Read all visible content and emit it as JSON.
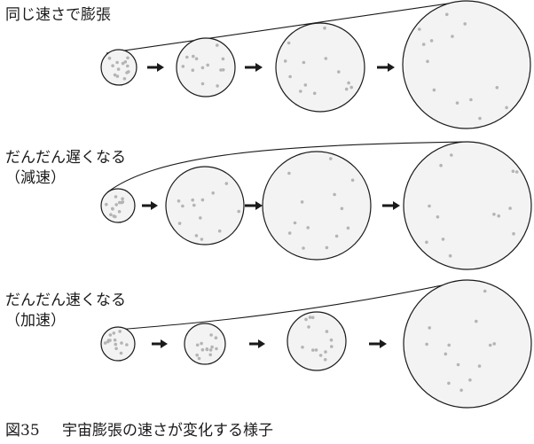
{
  "colors": {
    "ink": "#1a1a1a",
    "circle_fill": "#f3f3f3",
    "dot": "#b4b4b4",
    "background": "#ffffff"
  },
  "rows": [
    {
      "id": "constant",
      "label_lines": [
        "同じ速さで膨張"
      ]
    },
    {
      "id": "decelerating",
      "label_lines": [
        "だんだん遅くなる",
        "（減速）"
      ]
    },
    {
      "id": "accelerating",
      "label_lines": [
        "だんだん速くなる",
        "（加速）"
      ]
    }
  ],
  "caption": {
    "number": "図35",
    "text": "宇宙膨張の速さが変化する様子"
  }
}
